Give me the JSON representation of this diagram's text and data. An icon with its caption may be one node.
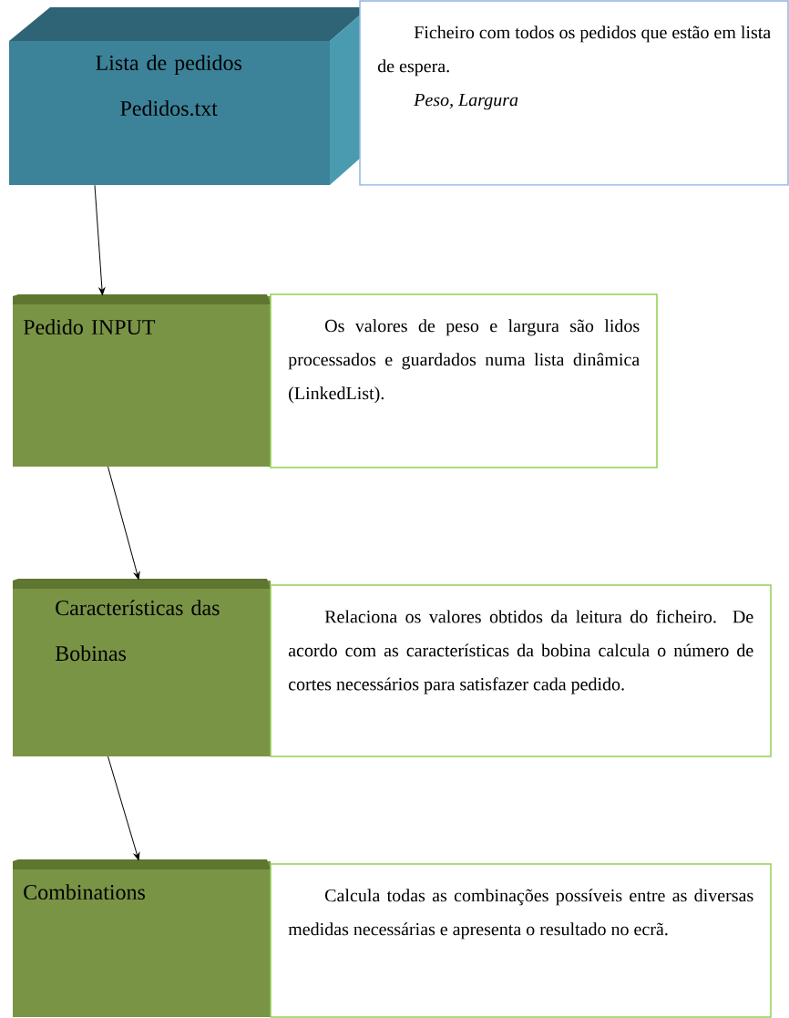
{
  "diagram": {
    "nodes": [
      {
        "text": [
          "Lista de pedidos",
          "Pedidos.txt"
        ]
      },
      {
        "text": [
          "Ficheiro com todos os pedidos que estão em lista de espera.",
          "Peso, Largura"
        ]
      },
      {
        "text": [
          "Pedido INPUT"
        ]
      },
      {
        "text": [
          "Os valores de peso e largura são lidos processados e guardados numa lista dinâmica (LinkedList)."
        ]
      },
      {
        "text": [
          "Características das Bobinas"
        ]
      },
      {
        "text": [
          "Relaciona os valores obtidos da leitura do ficheiro. De acordo com as características da bobina calcula o número de cortes necessários para satisfazer cada pedido."
        ]
      },
      {
        "text": [
          "Combinations"
        ]
      },
      {
        "text": [
          "Calcula todas as combinações possíveis entre as diversas medidas necessárias e apresenta o resultado no ecrã."
        ]
      }
    ],
    "edges": [
      {
        "from": 0,
        "to": 2,
        "arrow": "to"
      },
      {
        "from": 2,
        "to": 4,
        "arrow": "to"
      },
      {
        "from": 4,
        "to": 6,
        "arrow": "to"
      }
    ]
  }
}
